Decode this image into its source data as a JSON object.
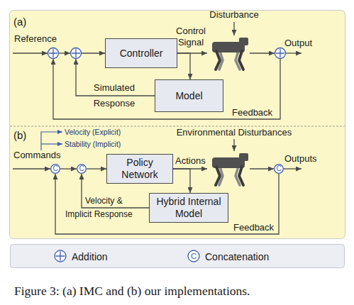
{
  "diagram": {
    "caption": "Figure 3: (a) IMC and (b) our implementations.",
    "nodes": [
      {
        "text": [
          "Controller"
        ]
      },
      {
        "text": [
          "Model"
        ]
      },
      {
        "text": [
          "C"
        ]
      },
      {
        "text": [
          "C"
        ]
      },
      {
        "text": [
          "Policy Network"
        ]
      },
      {
        "text": [
          "C"
        ]
      },
      {
        "text": [
          "Hybrid Internal Model"
        ]
      }
    ],
    "edges": [
      {
        "from": 0,
        "to": 1,
        "arrow": "to"
      },
      {
        "from": 2,
        "to": 3,
        "arrow": "to"
      },
      {
        "from": 3,
        "to": 4,
        "arrow": "to"
      },
      {
        "from": 4,
        "to": 6,
        "arrow": "to"
      },
      {
        "from": 6,
        "to": 3,
        "label": "Velocity & Implicit Response",
        "arrow": "to"
      },
      {
        "from": 5,
        "to": 2,
        "label": "Feedback",
        "arrow": "to"
      }
    ],
    "labels": [
      "(a)",
      "Reference",
      "Disturbance",
      "Control Signal",
      "Output",
      "Simulated Response",
      "Feedback",
      "(b)",
      "Velocity (Explicit)",
      "Stability (Implicit)",
      "Commands",
      "Environmental Disturbances",
      "Actions",
      "Outputs",
      "C"
    ],
    "legend": [
      {
        "text": "Addition"
      },
      {
        "text": "Concatenation"
      }
    ]
  }
}
